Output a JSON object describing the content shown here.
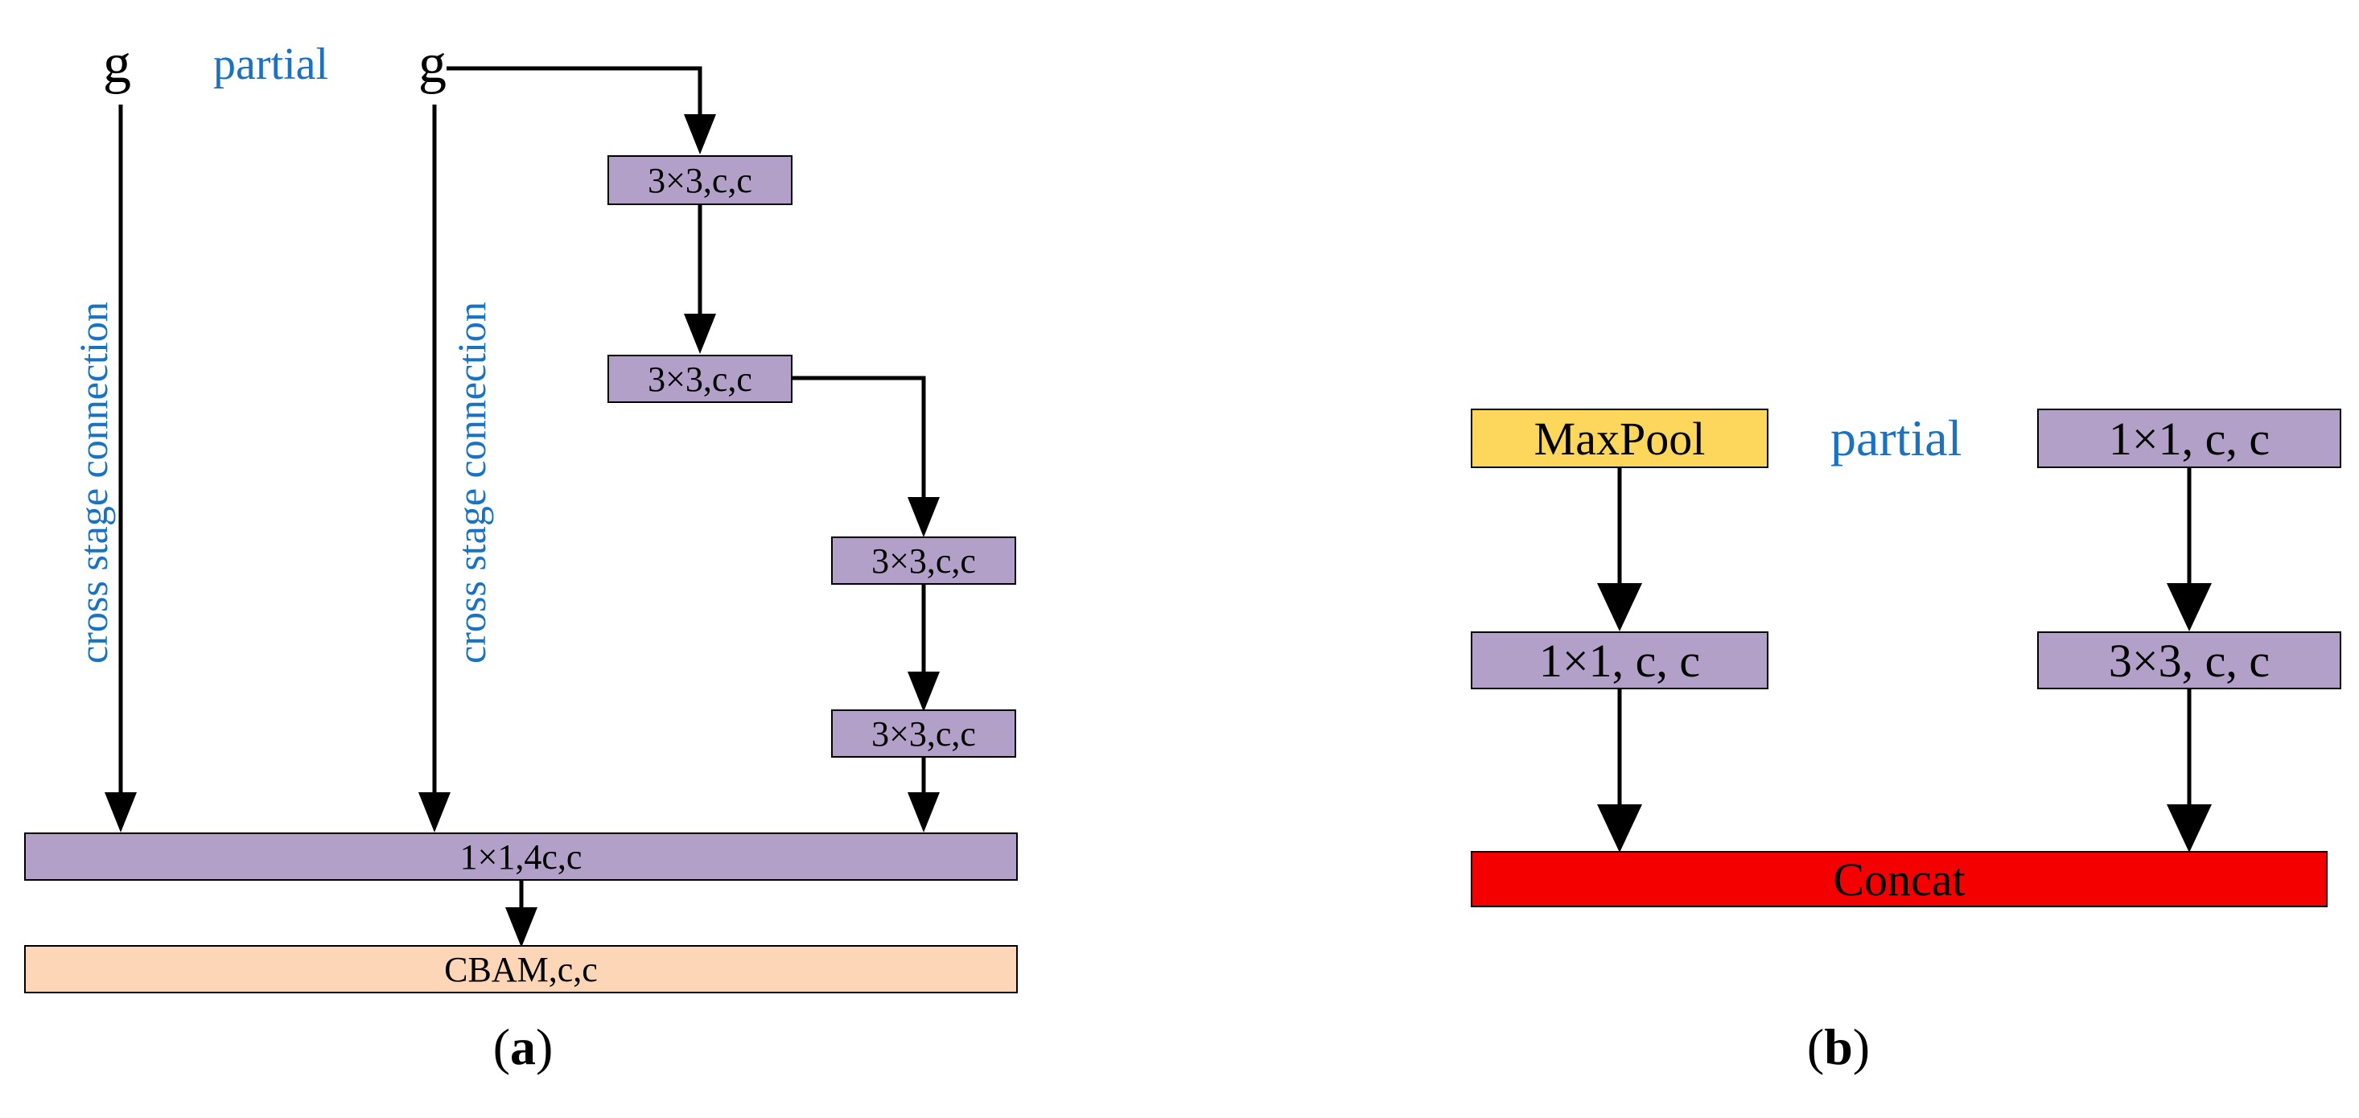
{
  "panel_a": {
    "input_left": "g",
    "input_right": "g",
    "partial": "partial",
    "cross_stage_1": "cross stage connection",
    "cross_stage_2": "cross stage connection",
    "conv1": "3×3,c,c",
    "conv2": "3×3,c,c",
    "conv3": "3×3,c,c",
    "conv4": "3×3,c,c",
    "fuse": "1×1,4c,c",
    "cbam": "CBAM,c,c",
    "caption_open": "(",
    "caption_letter": "a",
    "caption_close": ")"
  },
  "panel_b": {
    "maxpool": "MaxPool",
    "partial": "partial",
    "conv_top_right": "1×1, c, c",
    "conv_mid_left": "1×1, c, c",
    "conv_mid_right": "3×3, c, c",
    "concat": "Concat",
    "caption_open": "(",
    "caption_letter": "b",
    "caption_close": ")"
  },
  "colors": {
    "purple": "#b3a0c8",
    "peach": "#fdd6b8",
    "yellow": "#fcd75c",
    "red": "#f50000",
    "blue_text": "#1a73c2"
  }
}
